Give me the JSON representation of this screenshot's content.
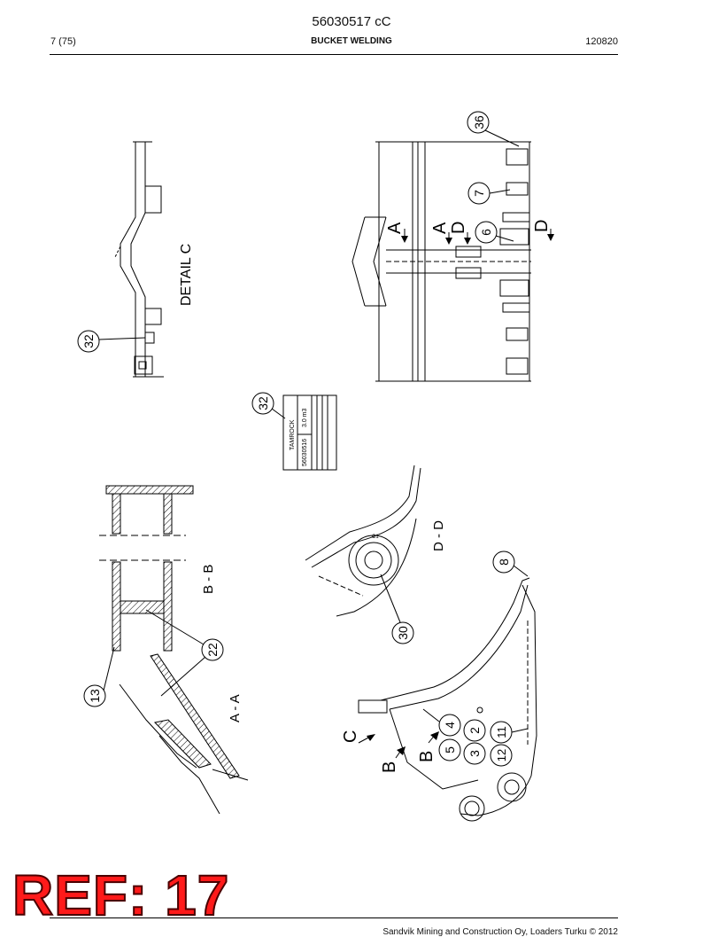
{
  "header": {
    "doc_number": "56030517 cC",
    "page_count": "7 (75)",
    "title": "BUCKET WELDING",
    "date": "120820"
  },
  "drawing": {
    "views": {
      "detail_c": "DETAIL  C",
      "section_bb": "B - B",
      "section_aa": "A - A",
      "section_dd": "D - D"
    },
    "section_markers": {
      "a_left": "A",
      "a_right": "A",
      "d_left": "D",
      "d_right": "D",
      "c": "C",
      "b_left": "B",
      "b_right": "B"
    },
    "balloons": {
      "b36": "36",
      "b7": "7",
      "b6": "6",
      "b32_top": "32",
      "b32_plate": "32",
      "b8": "8",
      "b30": "30",
      "b22": "22",
      "b13": "13",
      "b4": "4",
      "b2": "2",
      "b11": "11",
      "b5": "5",
      "b3": "3",
      "b12": "12"
    },
    "name_plate": {
      "brand": "TAMROCK",
      "part_number": "56030516",
      "volume": "3.0 m3"
    },
    "centre_mark": "C1"
  },
  "ref_stamp": "REF: 17",
  "footer": {
    "copyright": "Sandvik Mining and Construction Oy, Loaders Turku © 2012"
  }
}
